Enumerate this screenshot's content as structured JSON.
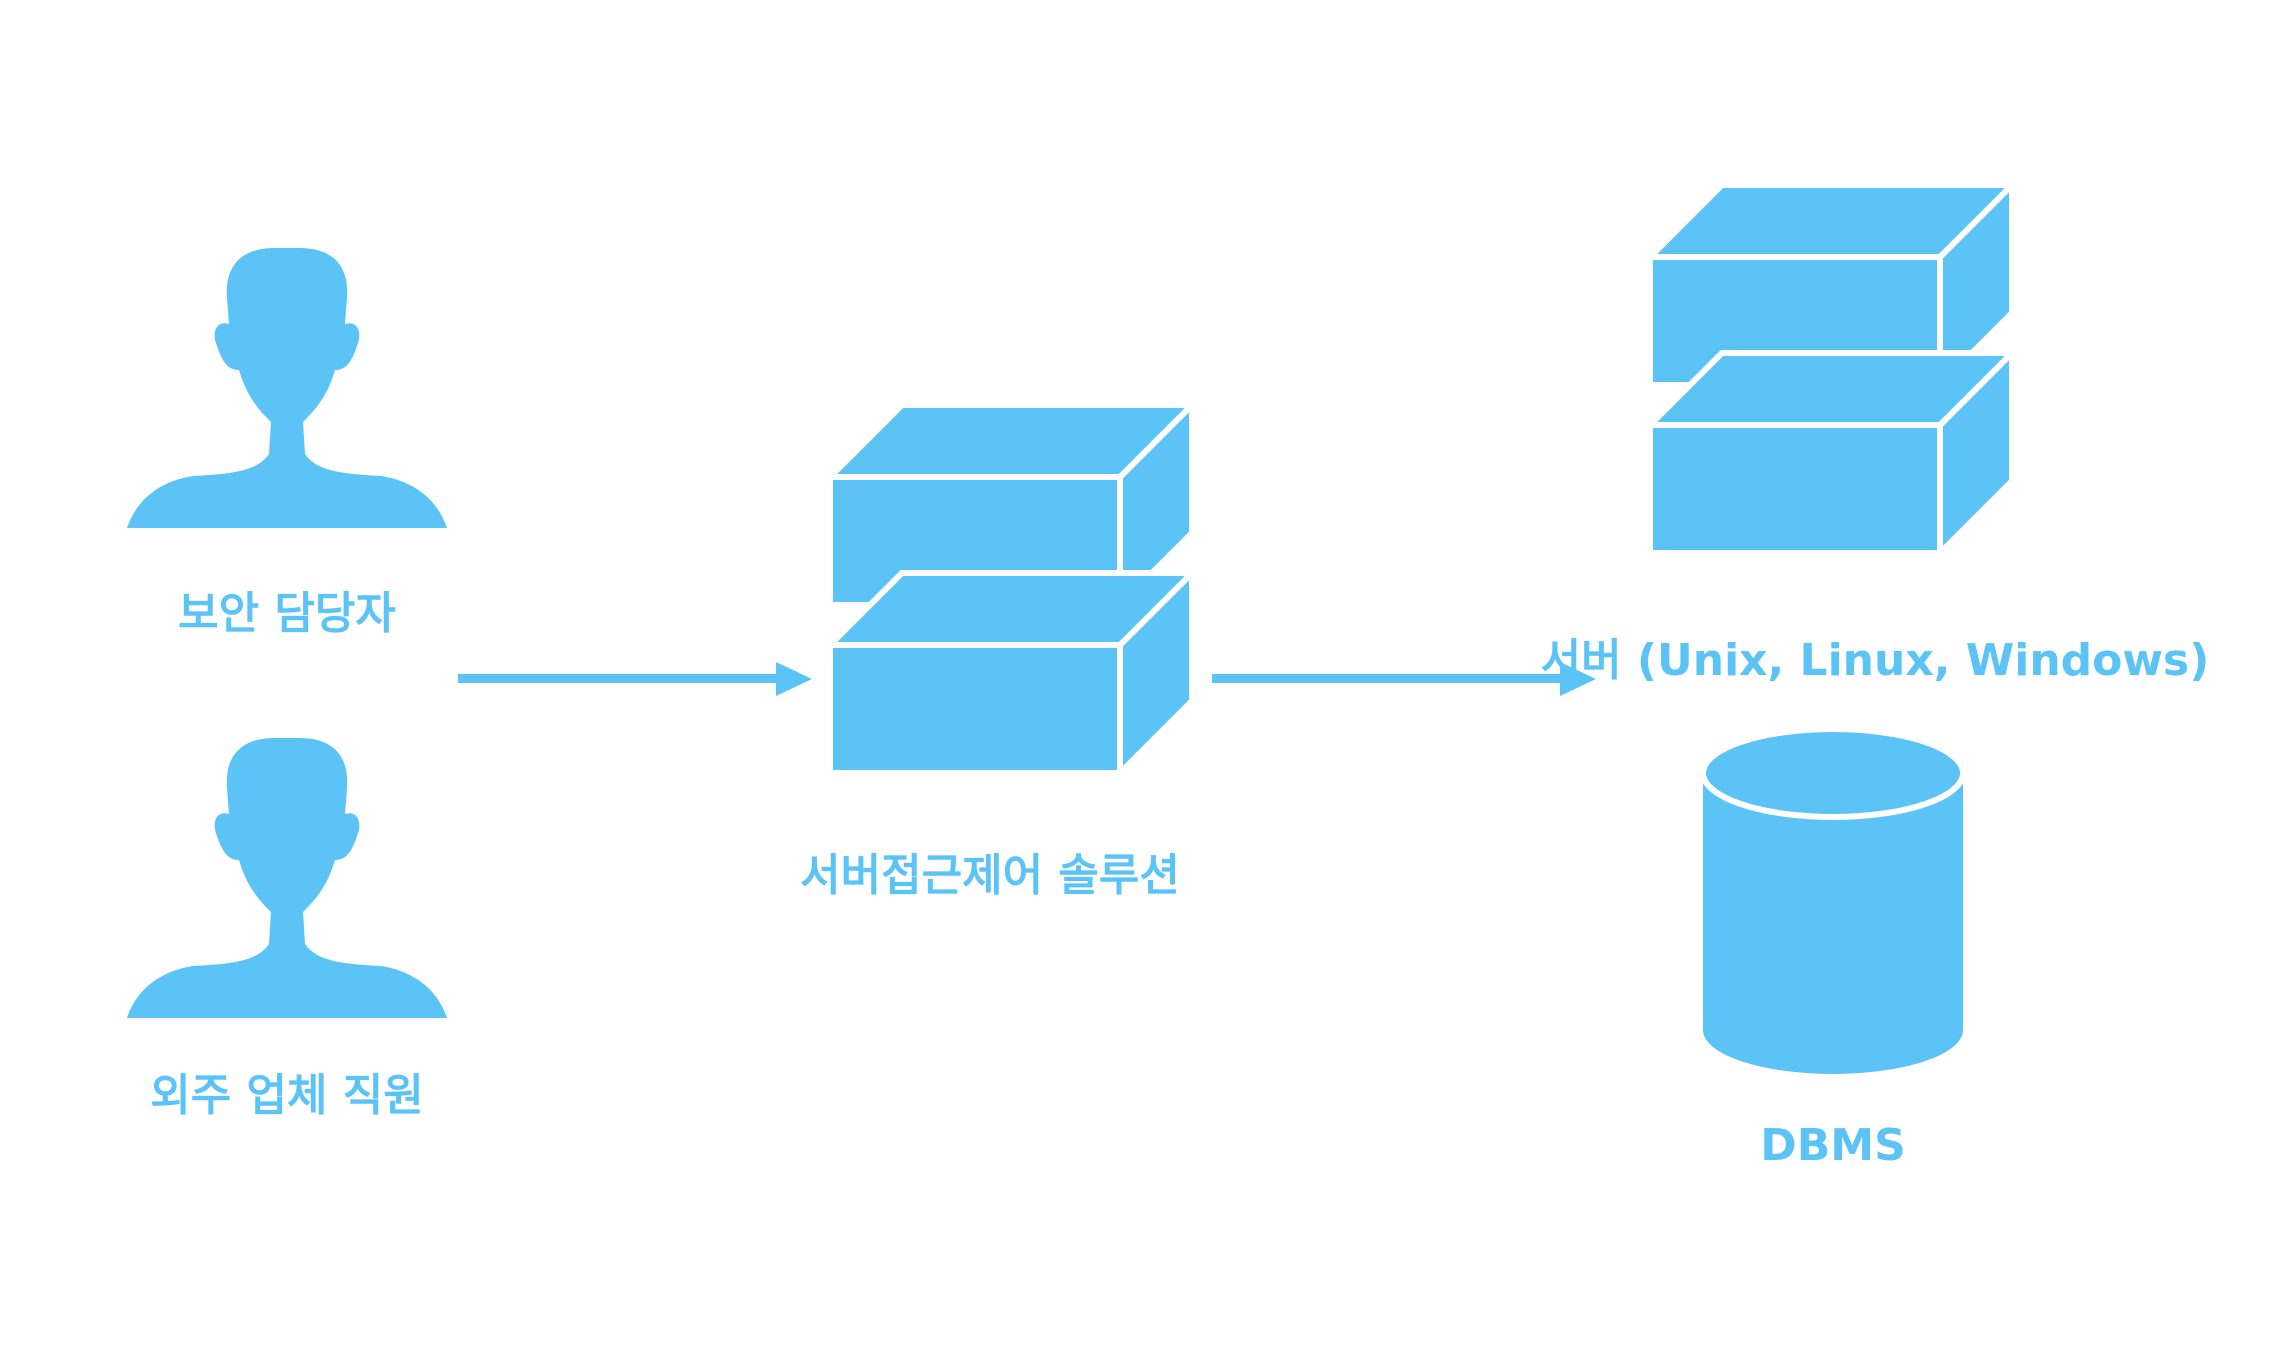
{
  "colors": {
    "accent": "#5bc3f5",
    "edge": "#ffffff",
    "background": "#ffffff"
  },
  "actors": [
    {
      "label": "보안 담당자",
      "icon": "person-icon"
    },
    {
      "label": "외주 업체 직원",
      "icon": "person-icon"
    }
  ],
  "solution": {
    "label": "서버접근제어 솔루션",
    "icon": "server-stack-icon"
  },
  "targets": {
    "server": {
      "label": "서버 (Unix, Linux, Windows)",
      "icon": "server-stack-icon"
    },
    "dbms": {
      "label": "DBMS",
      "icon": "database-cylinder-icon"
    }
  },
  "connections": [
    {
      "from": "actors",
      "to": "solution"
    },
    {
      "from": "solution",
      "to": "targets"
    }
  ]
}
